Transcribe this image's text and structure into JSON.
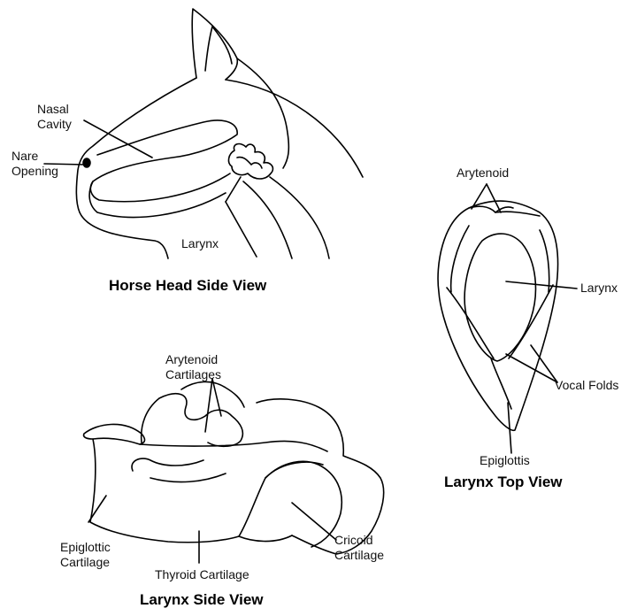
{
  "horse_head": {
    "title": "Horse Head Side View",
    "labels": {
      "nasal_cavity": "Nasal\nCavity",
      "nare_opening": "Nare\nOpening",
      "larynx": "Larynx"
    }
  },
  "larynx_top": {
    "title": "Larynx Top View",
    "labels": {
      "arytenoid": "Arytenoid",
      "larynx": "Larynx",
      "vocal_folds": "Vocal Folds",
      "epiglottis": "Epiglottis"
    }
  },
  "larynx_side": {
    "title": "Larynx Side View",
    "labels": {
      "arytenoid_cartilages": "Arytenoid\nCartilages",
      "epiglottic_cartilage": "Epiglottic\nCartilage",
      "thyroid_cartilage": "Thyroid Cartilage",
      "cricoid_cartilage": "Cricoid\nCartilage"
    }
  }
}
